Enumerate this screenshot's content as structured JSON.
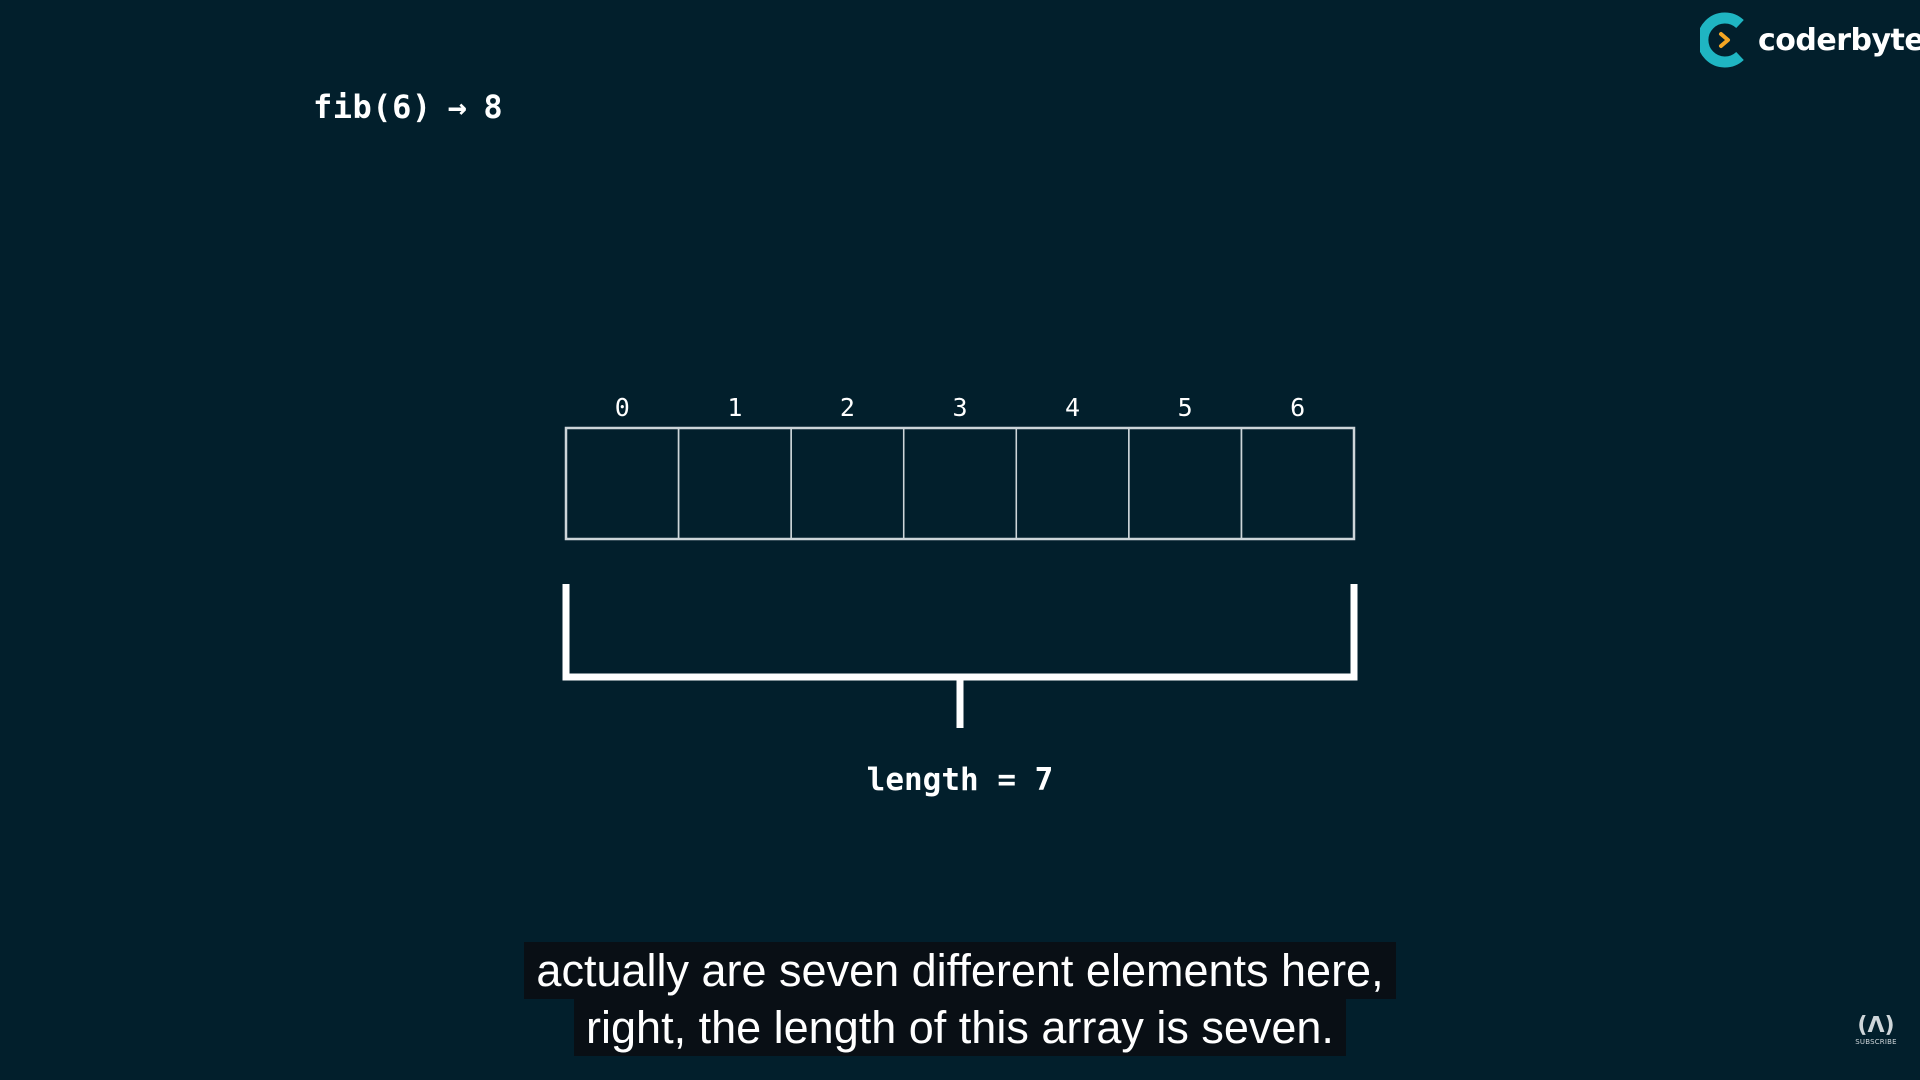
{
  "slide": {
    "call_expression": "fib(6)",
    "arrow": "→",
    "result": "8"
  },
  "logo": {
    "text": "coderbyte",
    "icon": "coderbyte-logo-icon",
    "colors": {
      "ring": "#1fb5c2",
      "chevron": "#f5a623"
    }
  },
  "array": {
    "indices": [
      "0",
      "1",
      "2",
      "3",
      "4",
      "5",
      "6"
    ],
    "length_label": "length = 7"
  },
  "subtitles": {
    "line1": "actually are seven different elements here,",
    "line2": "right, the length of this array is seven."
  },
  "channel_badge": {
    "icon": "freecodecamp-icon",
    "label": "SUBSCRIBE"
  },
  "colors": {
    "background": "#021f2c",
    "foreground": "#ffffff",
    "cell_border": "#cdd5d9"
  }
}
